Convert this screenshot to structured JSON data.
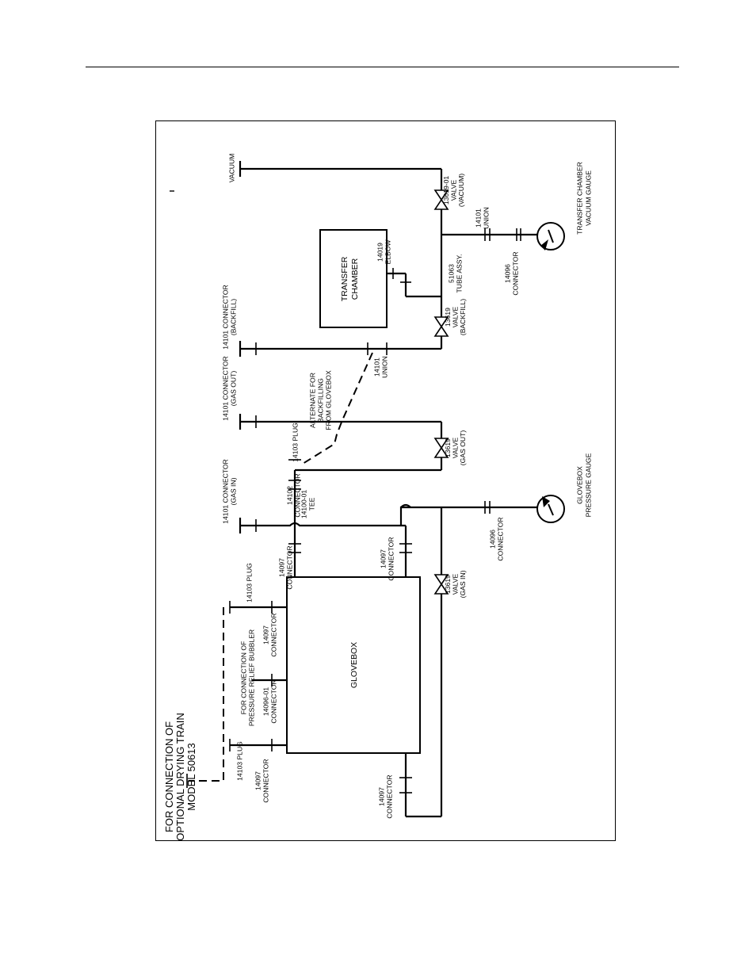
{
  "labels": {
    "vacuum": "VACUUM",
    "transfer_chamber_box": [
      "TRANSFER",
      "CHAMBER"
    ],
    "elbow": [
      "14019",
      "ELBOW"
    ],
    "union_vac": [
      "14101",
      "UNION"
    ],
    "connector_vac_gauge": [
      "14096",
      "CONNECTOR"
    ],
    "transfer_chamber_vacuum_gauge": [
      "TRANSFER CHAMBER",
      "VACUUM GAUGE"
    ],
    "valve_vacuum": [
      "13619-01",
      "VALVE",
      "(VACUUM)"
    ],
    "tube_assy": [
      "51063",
      "TUBE ASSY."
    ],
    "valve_backfill": [
      "13619",
      "VALVE",
      "(BACKFILL)"
    ],
    "connector_backfill": [
      "14101 CONNECTOR",
      "(BACKFILL)"
    ],
    "union_backfill": [
      "14101",
      "UNION"
    ],
    "alternate_backfilling": [
      "ALTERNATE FOR",
      "BACKFILLING",
      "FROM GLOVEBOX"
    ],
    "connector_gas_out": [
      "14101 CONNECTOR",
      "(GAS OUT)"
    ],
    "plug_gas_out": "14103 PLUG",
    "valve_gas_out": [
      "13619",
      "VALVE",
      "(GAS OUT)"
    ],
    "tee": [
      "14100-01",
      "TEE"
    ],
    "connector_14102": [
      "14102",
      "CONNECTOR"
    ],
    "connector_gas_in": [
      "14101 CONNECTOR",
      "(GAS IN)"
    ],
    "glovebox_pressure_gauge": [
      "GLOVEBOX",
      "PRESSURE GAUGE"
    ],
    "connector_pressure_gauge": [
      "14096",
      "CONNECTOR"
    ],
    "connector_14097_top": [
      "14097",
      "CONNECTOR"
    ],
    "connector_14097_mid": [
      "14097",
      "CONNECTOR"
    ],
    "valve_gas_in": [
      "13619",
      "VALVE",
      "(GAS IN)"
    ],
    "glovebox": "GLOVEBOX",
    "plug_top": "14103 PLUG",
    "connector_14097_relief": [
      "14097",
      "CONNECTOR"
    ],
    "pressure_relief_bubbler": [
      "FOR CONNECTION OF",
      "PRESSURE RELIEF BUBBLER"
    ],
    "connector_14096_01": [
      "14096-01",
      "CONNECTOR"
    ],
    "plug_bottom": "14103 PLUG",
    "connector_14097_drying": [
      "14097",
      "CONNECTOR"
    ],
    "connector_14097_bottom": [
      "14097",
      "CONNECTOR"
    ],
    "optional_drying_train": [
      "FOR CONNECTION OF",
      "OPTIONAL DRYING TRAIN",
      "MODEL 50613"
    ]
  }
}
